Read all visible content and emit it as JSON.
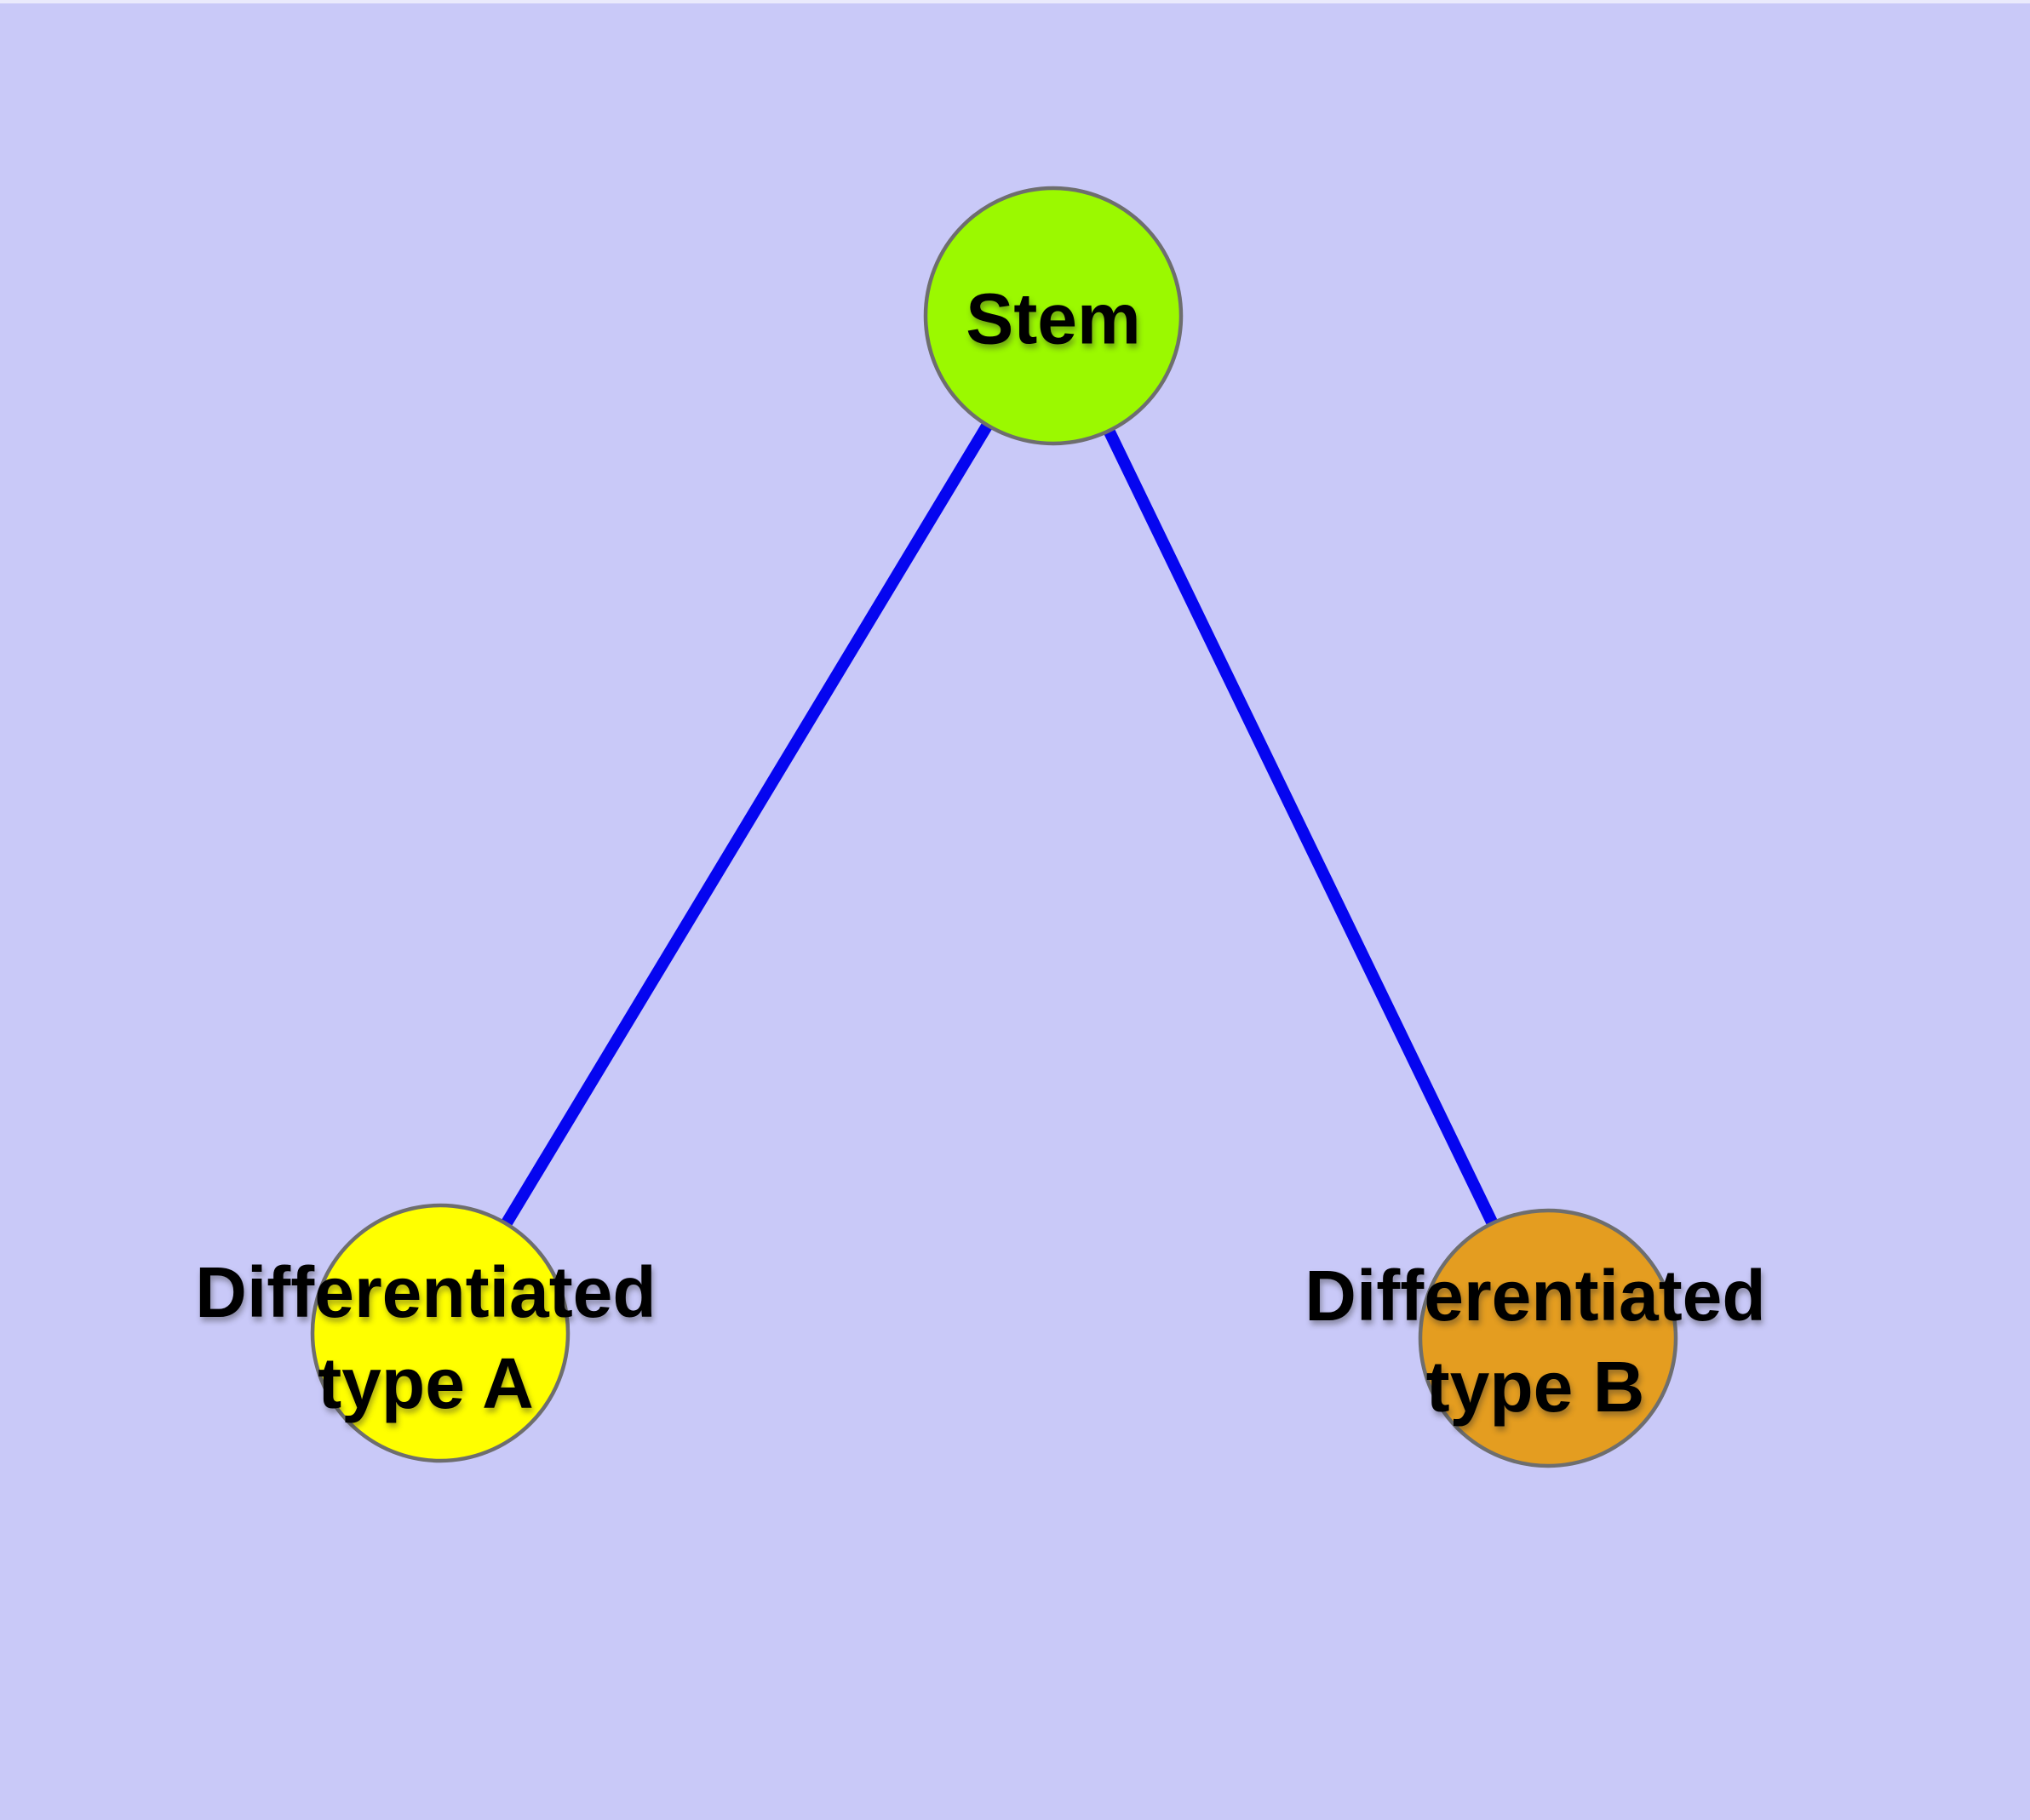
{
  "diagram": {
    "title": "",
    "background_color": "#C9C9F8",
    "edge_color": "#0505F0",
    "node_border_color": "#6E6E6E",
    "text_color": "#000000",
    "nodes": {
      "stem": {
        "label": "Stem",
        "fill": "#9BF900"
      },
      "type_a": {
        "label_line1": "Differentiated",
        "label_line2": "type A",
        "label_full": "Differentiated type A",
        "fill": "#FFFF00"
      },
      "type_b": {
        "label_line1": "Differentiated",
        "label_line2": "type B",
        "label_full": "Differentiated type B",
        "fill": "#E49D20"
      }
    },
    "edges": [
      {
        "from": "Stem",
        "to": "Differentiated type A"
      },
      {
        "from": "Stem",
        "to": "Differentiated type B"
      }
    ]
  }
}
